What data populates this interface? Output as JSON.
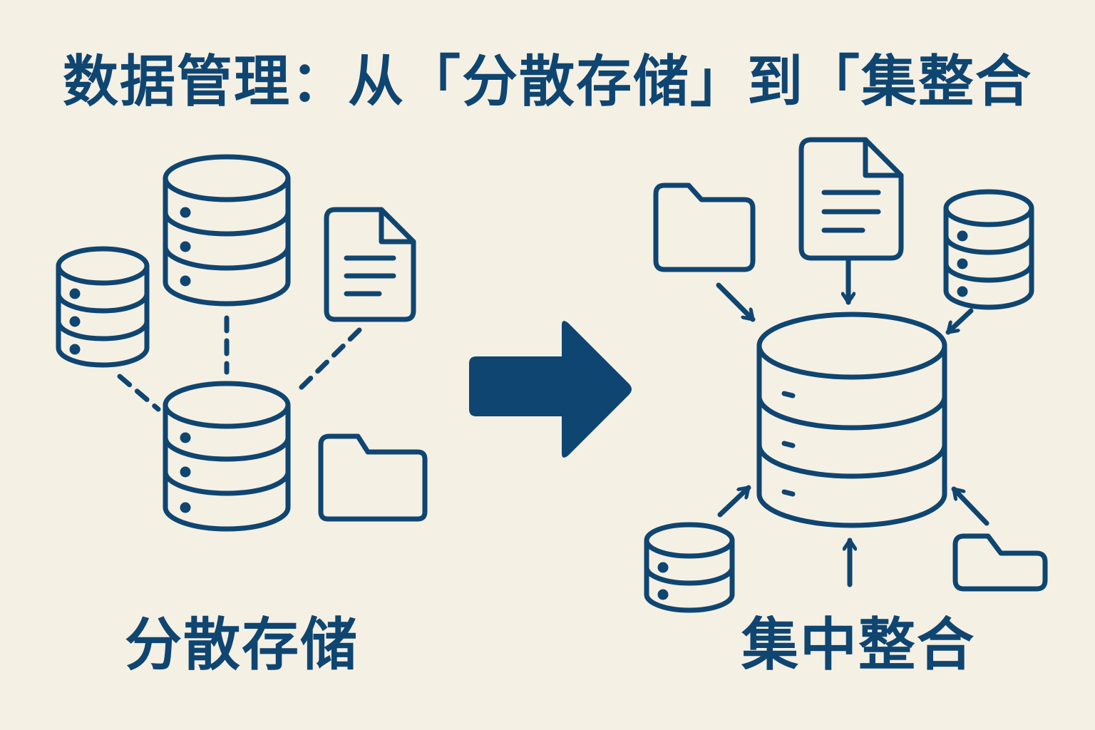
{
  "title": "数据管理：从「分散存储」到「集整合",
  "left_label": "分散存储",
  "right_label": "集中整合",
  "colors": {
    "primary": "#0f4571",
    "background": "#f5f0e4"
  },
  "icons": {
    "left_group": [
      "database-icon",
      "database-icon",
      "document-icon",
      "database-icon",
      "folder-icon"
    ],
    "transition": "arrow-right-icon",
    "right_group": [
      "folder-icon",
      "document-icon",
      "database-icon",
      "database-icon",
      "folder-icon",
      "database-icon"
    ]
  }
}
